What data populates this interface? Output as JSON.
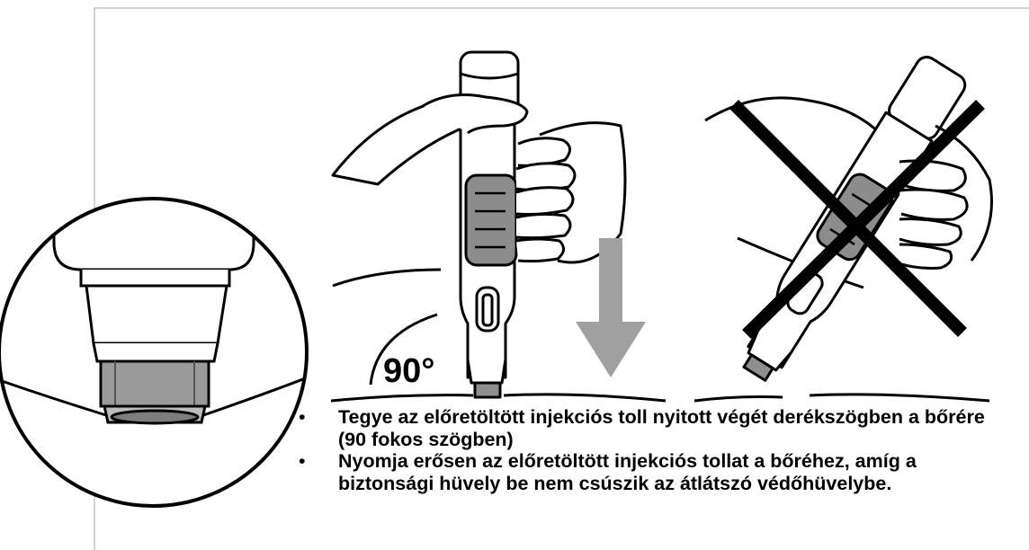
{
  "figure": {
    "angle_label": "90°",
    "icons": [
      "magnified-pen-tip-icon",
      "hand-holding-pen-icon",
      "down-arrow-icon",
      "angle-arc-icon",
      "wrong-angle-pen-icon",
      "cross-mark-icon"
    ]
  },
  "instructions": [
    "Tegye az előretöltött injekciós toll nyitott végét derékszögben a bőrére (90 fokos szögben)",
    "Nyomja erősen az előretöltött injekciós tollat a bőréhez, amíg a biztonsági hüvely be nem csúszik az átlátszó védőhüvelybe."
  ],
  "colors": {
    "line": "#000000",
    "grey": "#8f8f8f",
    "light_grey": "#cfcfcf",
    "arrow": "#a0a0a0"
  }
}
